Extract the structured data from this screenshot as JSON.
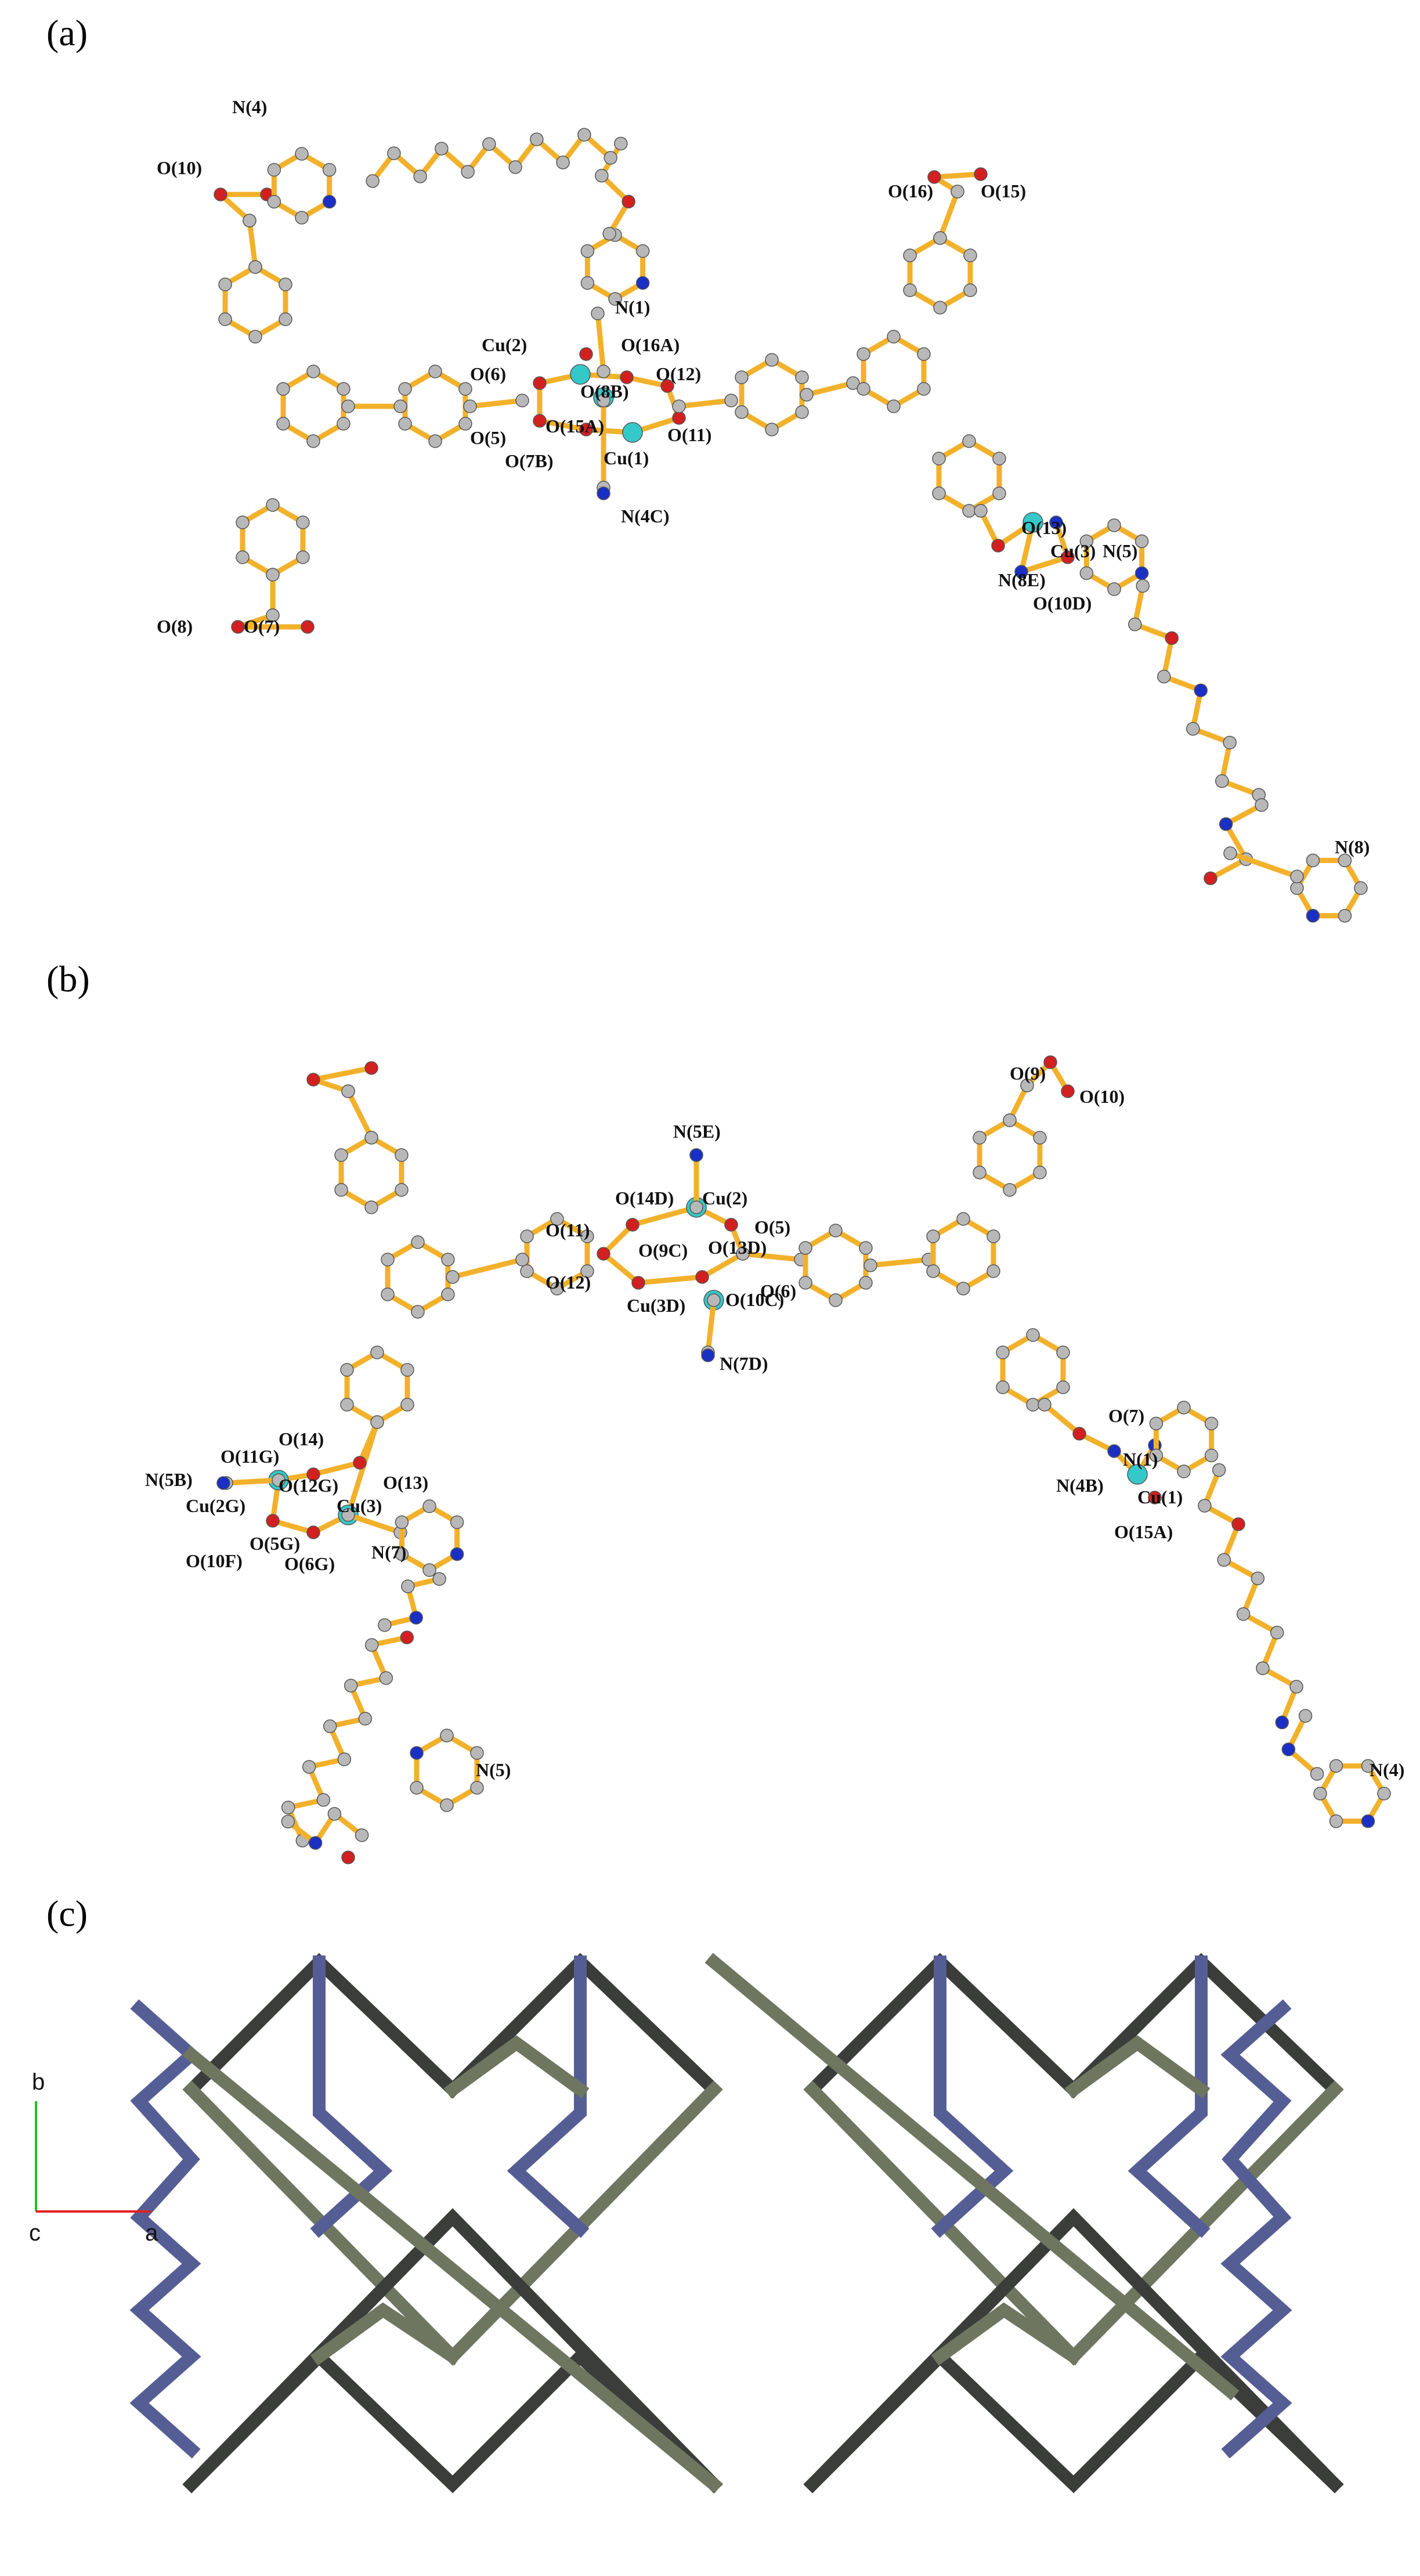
{
  "panels": [
    {
      "label": "(a)",
      "atom_labels": [
        "N(4)",
        "O(10)",
        "O(16)",
        "O(15)",
        "N(1)",
        "Cu(2)",
        "O(16A)",
        "O(6)",
        "O(8B)",
        "O(12)",
        "O(15A)",
        "O(5)",
        "O(11)",
        "O(7B)",
        "Cu(1)",
        "O(13)",
        "Cu(3)",
        "N(5)",
        "N(8E)",
        "O(10D)",
        "N(4C)",
        "O(8)",
        "O(7)",
        "N(8)"
      ]
    },
    {
      "label": "(b)",
      "atom_labels": [
        "O(9)",
        "O(10)",
        "N(5E)",
        "O(14D)",
        "Cu(2)",
        "O(11)",
        "O(5)",
        "O(9C)",
        "O(13D)",
        "O(12)",
        "O(6)",
        "Cu(3D)",
        "O(10C)",
        "N(7D)",
        "O(14)",
        "O(7)",
        "O(11G)",
        "N(1)",
        "N(5B)",
        "O(12G)",
        "O(13)",
        "Cu(2G)",
        "Cu(3)",
        "N(4B)",
        "Cu(1)",
        "O(5G)",
        "N(7)",
        "O(10F)",
        "O(6G)",
        "O(15A)",
        "N(5)",
        "N(4)"
      ]
    },
    {
      "label": "(c)",
      "axes": [
        "b",
        "c",
        "a"
      ]
    }
  ],
  "colors": {
    "bond": "#f2b12b",
    "carbon": "#b8b8b8",
    "oxygen": "#d22020",
    "nitrogen": "#1a2fc4",
    "copper": "#35c8c8",
    "net_dark": "#3a3d3a",
    "net_olive": "#6f7660",
    "net_blue": "#555e94",
    "axis_b": "#22c022",
    "axis_a": "#e02020"
  }
}
